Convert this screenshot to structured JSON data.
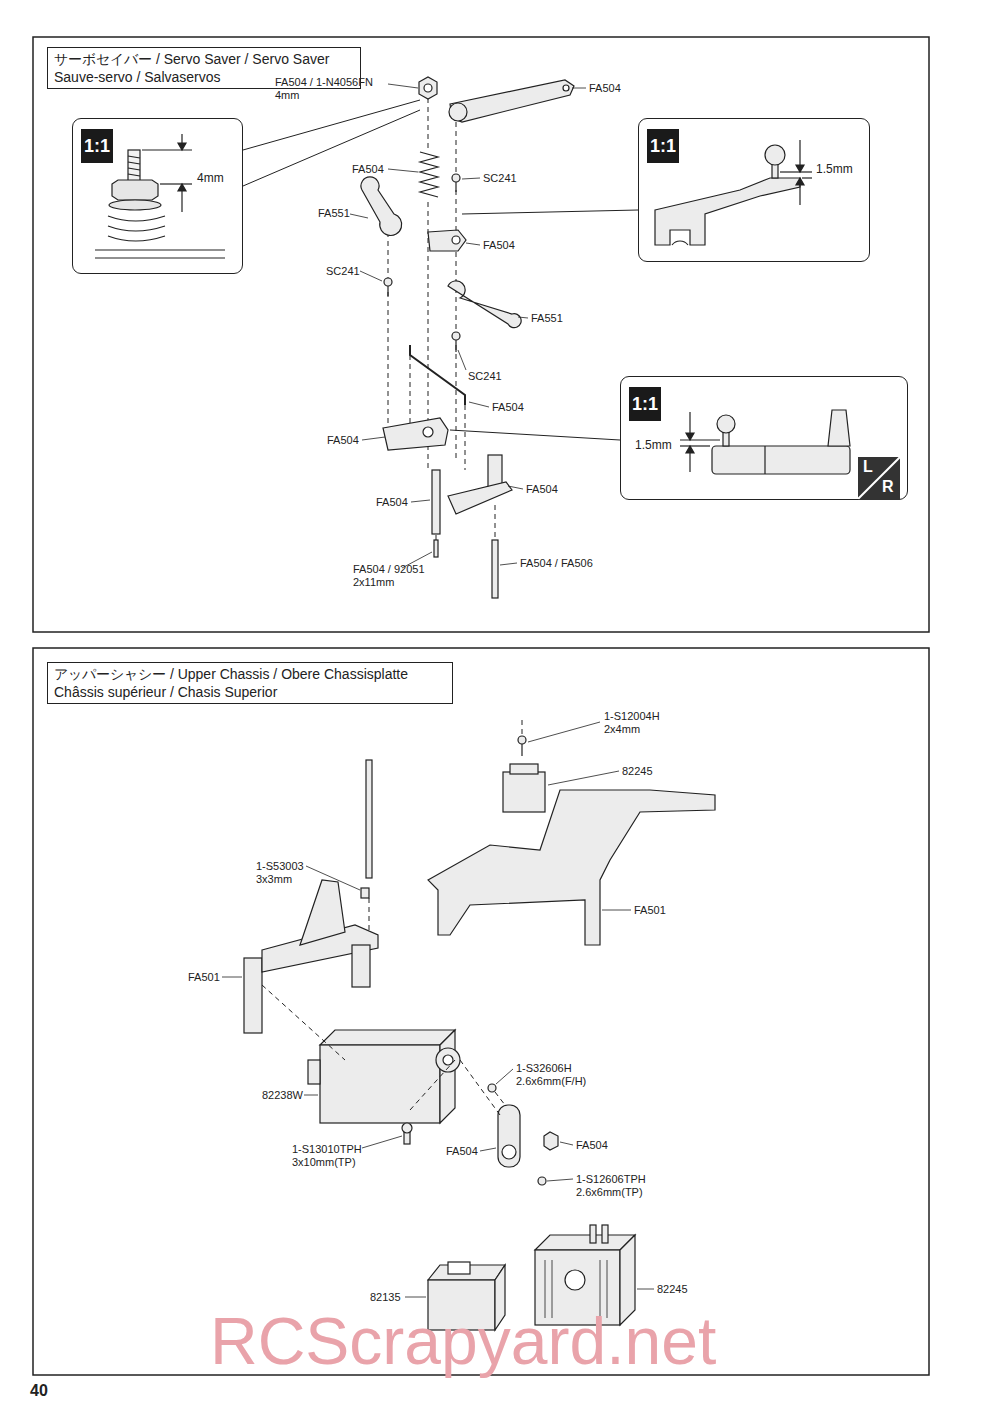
{
  "diagram": {
    "nodes": [
      {
        "text": [
          "サーボセイバー / Servo Saver / Servo Saver Sauve-servo / Salvaservos"
        ]
      },
      {
        "text": [
          "4mm"
        ]
      },
      {
        "text": [
          "1:1"
        ],
        "in": 1
      },
      {
        "text": [
          "1.5mm"
        ]
      },
      {
        "text": [
          "1:1"
        ],
        "in": 3
      },
      {
        "text": [
          "1.5mm"
        ]
      },
      {
        "text": [
          "1:1"
        ],
        "in": 5
      },
      {
        "text": [
          "L",
          "R"
        ],
        "in": 5
      },
      {
        "text": [
          "アッパーシャシー / Upper Chassis / Obere Chassisplatte Châssis supérieur / Chasis Superior"
        ]
      }
    ],
    "labels": [
      "FA504",
      "FA504 / 1-N4056FN 4mm",
      "FA504",
      "SC241",
      "FA551",
      "FA504",
      "SC241",
      "FA551",
      "SC241",
      "FA504",
      "FA504",
      "FA504",
      "FA504",
      "FA504 / 92051 2x11mm",
      "FA504 / FA506",
      "1-S12004H 2x4mm",
      "82245",
      "1-S53003 3x3mm",
      "FA501",
      "FA501",
      "82238W",
      "1-S32606H 2.6x6mm(F/H)",
      "FA504",
      "FA504",
      "1-S13010TPH 3x10mm(TP)",
      "1-S12606TPH 2.6x6mm(TP)",
      "82135",
      "82245",
      "40",
      "RCScrapyard.net"
    ]
  }
}
